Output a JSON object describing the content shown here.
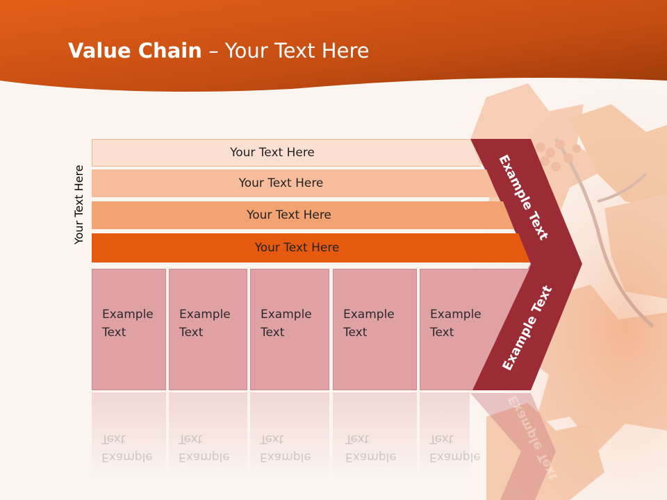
{
  "title": {
    "bold": "Value Chain",
    "rest": " – Your Text Here"
  },
  "side_label": "Your Text Here",
  "bars": [
    "Your Text Here",
    "Your Text Here",
    "Your Text Here",
    "Your Text Here"
  ],
  "boxes": [
    {
      "line1": "Example",
      "line2": "Text"
    },
    {
      "line1": "Example",
      "line2": "Text"
    },
    {
      "line1": "Example",
      "line2": "Text"
    },
    {
      "line1": "Example",
      "line2": "Text"
    },
    {
      "line1": "Example",
      "line2": "Text"
    }
  ],
  "arrow": {
    "upper": "Example Text",
    "lower": "Example Text"
  },
  "colors": {
    "header": "#c94e12",
    "arrow": "#9b2b35",
    "box": "#e0a1a5"
  }
}
